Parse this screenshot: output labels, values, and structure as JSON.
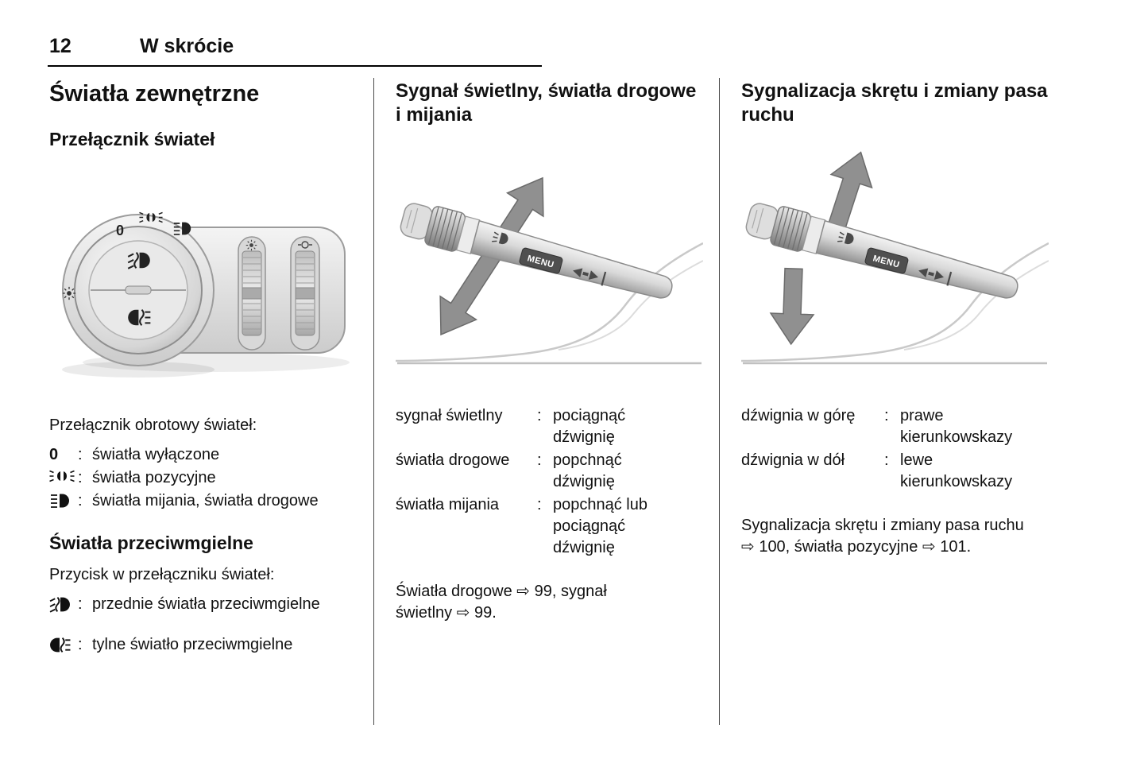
{
  "page": {
    "number": "12",
    "section_title": "W skrócie"
  },
  "ui": {
    "separator": ":"
  },
  "illustrations": {
    "lever_menu_label": "MENU",
    "switch_zero_label": "0"
  },
  "columns": {
    "exterior_lights": {
      "heading": "Światła zewnętrzne",
      "switch_subheading": "Przełącznik świateł",
      "rotary_intro": "Przełącznik obrotowy świateł:",
      "rotary_items": [
        {
          "symbol": "0",
          "icon": "lights-off",
          "label": "światła wyłączone"
        },
        {
          "icon": "position-lights-icon",
          "label": "światła pozycyjne"
        },
        {
          "icon": "low-beam-icon",
          "label": "światła mijania, światła drogowe"
        }
      ],
      "fog_subheading": "Światła przeciwmgielne",
      "fog_intro": "Przycisk w przełączniku świateł:",
      "fog_items": [
        {
          "icon": "front-fog-icon",
          "label": "przednie światła przeciwmgielne"
        },
        {
          "icon": "rear-fog-icon",
          "label": "tylne światło przeciwmgielne"
        }
      ]
    },
    "headlight_flash": {
      "heading_lines": [
        "Sygnał świetlny, światła drogowe",
        "i mijania"
      ],
      "definitions": [
        {
          "term": "sygnał świetlny",
          "definition": "pociągnąć dźwignię"
        },
        {
          "term": "światła drogowe",
          "definition": "popchnąć dźwignię"
        },
        {
          "term": "światła mijania",
          "definition": "popchnąć lub pociągnąć dźwignię"
        }
      ],
      "reference": "Światła drogowe ⇨ 99, sygnał świetlny ⇨ 99."
    },
    "turn_signals": {
      "heading_lines": [
        "Sygnalizacja skrętu i zmiany pasa",
        "ruchu"
      ],
      "definitions": [
        {
          "term": "dźwignia w górę",
          "definition": "prawe kierunkowskazy"
        },
        {
          "term": "dźwignia w dół",
          "definition": "lewe kierunkowskazy"
        }
      ],
      "reference": "Sygnalizacja skrętu i zmiany pasa ruchu ⇨ 100, światła pozycyjne ⇨ 101."
    }
  }
}
